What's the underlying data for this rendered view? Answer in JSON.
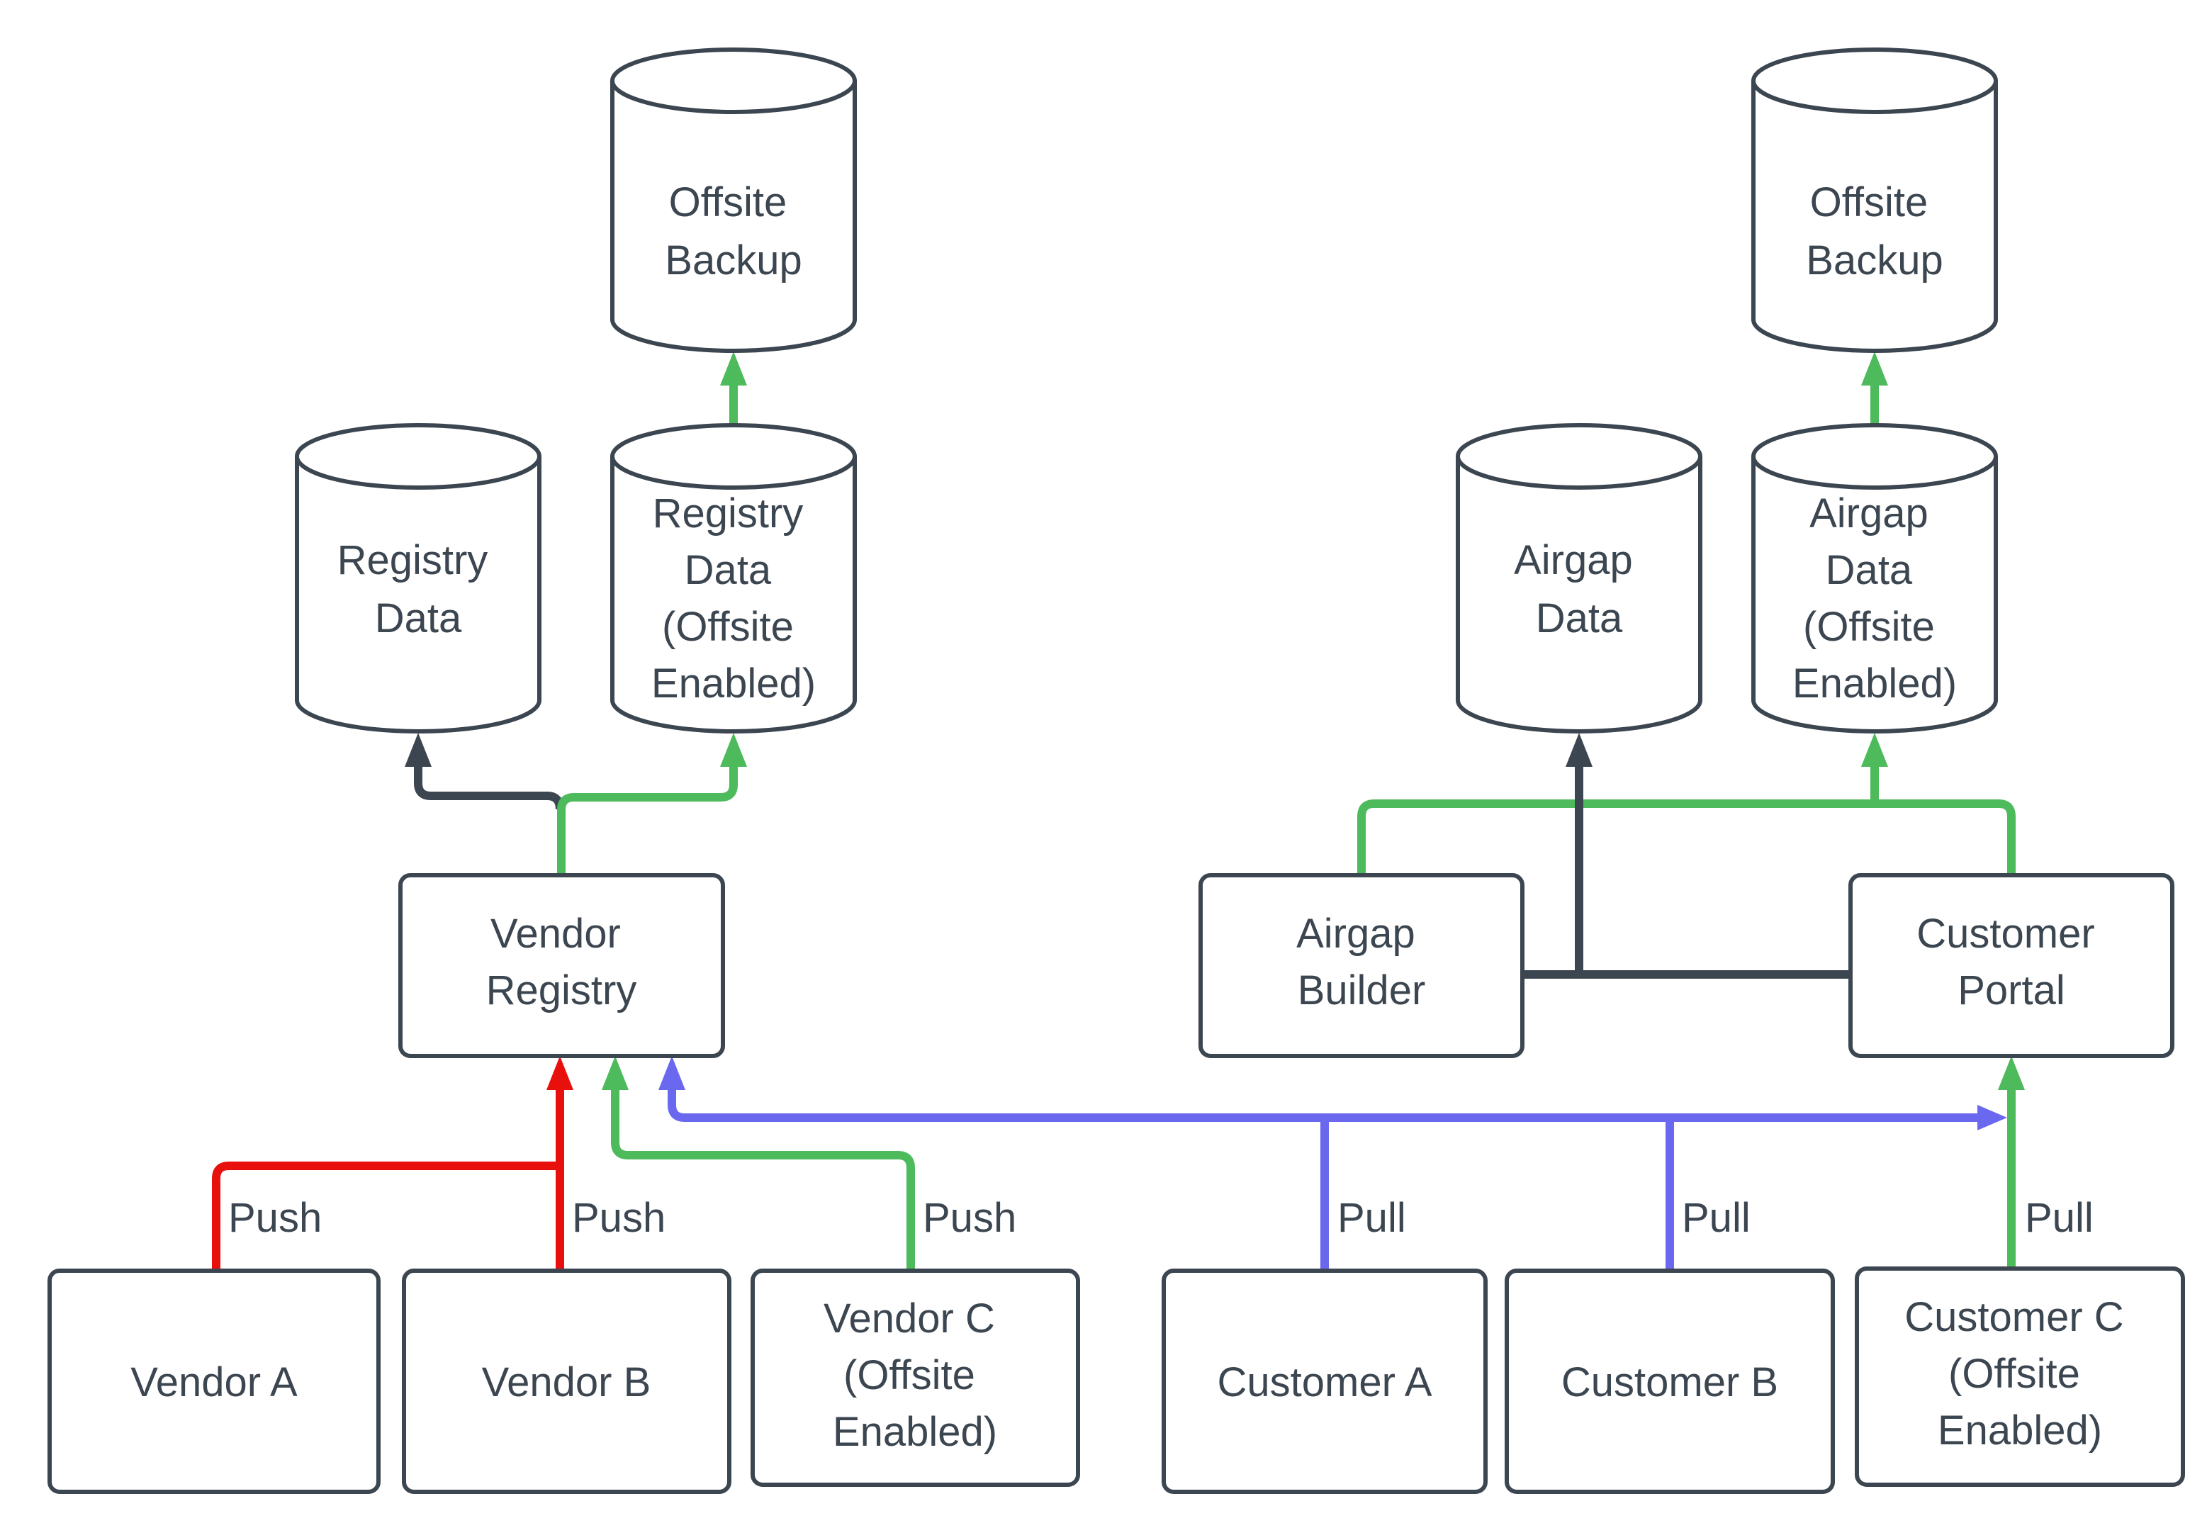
{
  "colors": {
    "bg": "#ffffff",
    "dark": "#3c4650",
    "red": "#e8100c",
    "green": "#4dba5c",
    "blue": "#6b68f0"
  },
  "nodes": {
    "offsite_backup_left": {
      "lines": [
        "Offsite",
        "Backup"
      ]
    },
    "registry_data": {
      "lines": [
        "Registry",
        "Data"
      ]
    },
    "registry_data_offsite": {
      "lines": [
        "Registry",
        "Data",
        "(Offsite",
        "Enabled)"
      ]
    },
    "airgap_data": {
      "lines": [
        "Airgap",
        "Data"
      ]
    },
    "airgap_data_offsite": {
      "lines": [
        "Airgap",
        "Data",
        "(Offsite",
        "Enabled)"
      ]
    },
    "offsite_backup_right": {
      "lines": [
        "Offsite",
        "Backup"
      ]
    },
    "vendor_registry": {
      "lines": [
        "Vendor",
        "Registry"
      ]
    },
    "airgap_builder": {
      "lines": [
        "Airgap",
        "Builder"
      ]
    },
    "customer_portal": {
      "lines": [
        "Customer",
        "Portal"
      ]
    },
    "vendor_a": {
      "lines": [
        "Vendor A"
      ]
    },
    "vendor_b": {
      "lines": [
        "Vendor B"
      ]
    },
    "vendor_c": {
      "lines": [
        "Vendor C",
        "(Offsite",
        "Enabled)"
      ]
    },
    "customer_a": {
      "lines": [
        "Customer A"
      ]
    },
    "customer_b": {
      "lines": [
        "Customer B"
      ]
    },
    "customer_c": {
      "lines": [
        "Customer C",
        "(Offsite",
        "Enabled)"
      ]
    }
  },
  "edge_labels": {
    "push_vendor_a": "Push",
    "push_vendor_b": "Push",
    "push_vendor_c": "Push",
    "pull_customer_a": "Pull",
    "pull_customer_b": "Pull",
    "pull_customer_c": "Pull"
  }
}
